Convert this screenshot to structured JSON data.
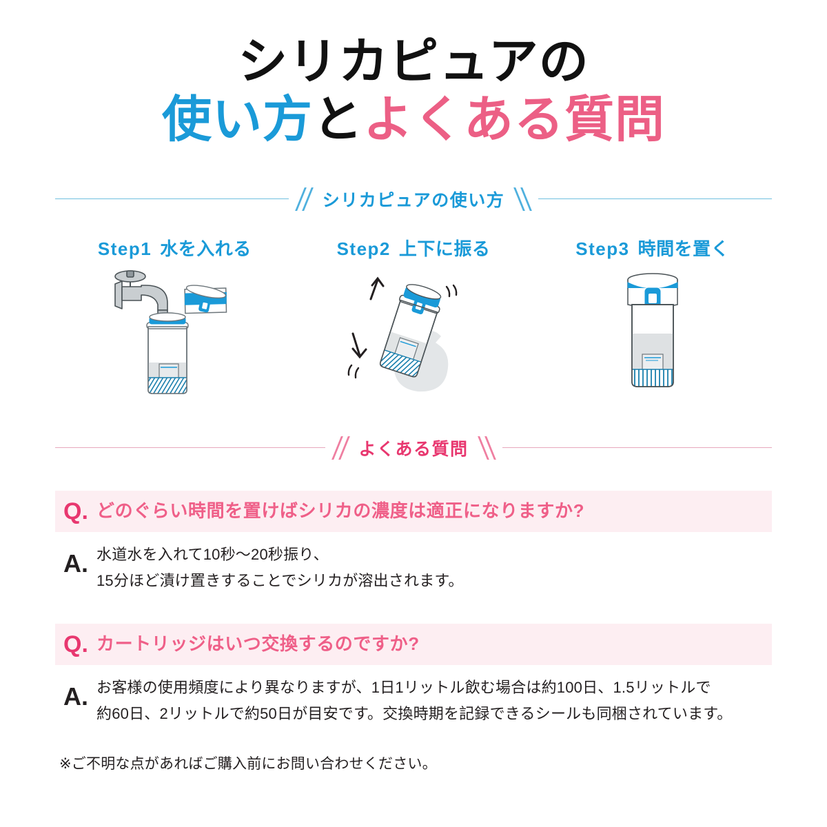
{
  "title": {
    "line1": "シリカピュアの",
    "line2_part1": "使い方",
    "line2_part2": "と",
    "line2_part3": "よくある質問",
    "color_blue": "#1a9ad8",
    "color_pink": "#ec5f85",
    "color_black": "#111111"
  },
  "usage_section": {
    "divider_label": "シリカピュアの使い方",
    "steps": [
      {
        "num": "Step1",
        "label": "水を入れる",
        "art": "faucet-lid-bottle-illustration"
      },
      {
        "num": "Step2",
        "label": "上下に振る",
        "art": "hand-shaking-bottle-illustration"
      },
      {
        "num": "Step3",
        "label": "時間を置く",
        "art": "standing-filled-bottle-illustration"
      }
    ]
  },
  "faq_section": {
    "divider_label": "よくある質問",
    "q_mark": "Q.",
    "a_mark": "A.",
    "items": [
      {
        "question": "どのぐらい時間を置けばシリカの濃度は適正になりますか?",
        "answer_lines": [
          "水道水を入れて10秒〜20秒振り、",
          "15分ほど漬け置きすることでシリカが溶出されます。"
        ]
      },
      {
        "question": "カートリッジはいつ交換するのですか?",
        "answer_lines": [
          "お客様の使用頻度により異なりますが、1日1リットル飲む場合は約100日、1.5リットルで",
          "約60日、2リットルで約50日が目安です。交換時期を記録できるシールも同梱されています。"
        ]
      }
    ],
    "note": "※ご不明な点があればご購入前にお問い合わせください。"
  }
}
